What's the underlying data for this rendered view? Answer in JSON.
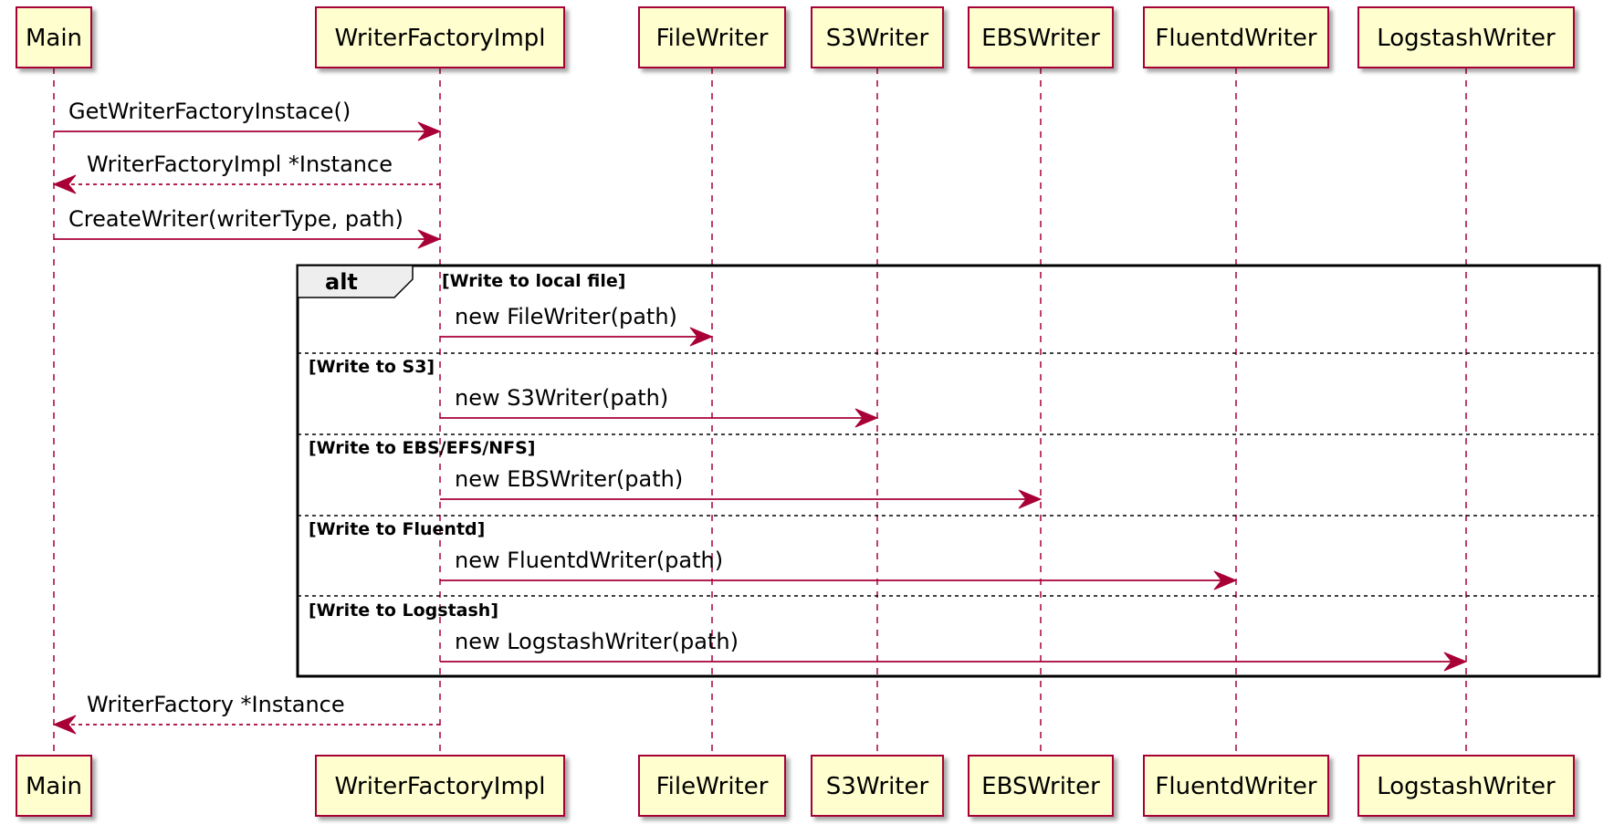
{
  "colors": {
    "participant_fill": "#FEFECE",
    "participant_border": "#A80036",
    "arrow": "#A80036",
    "lifeline": "#A80036",
    "frame": "#000000"
  },
  "participants": [
    "Main",
    "WriterFactoryImpl",
    "FileWriter",
    "S3Writer",
    "EBSWriter",
    "FluentdWriter",
    "LogstashWriter"
  ],
  "messages": [
    {
      "from": "Main",
      "to": "WriterFactoryImpl",
      "label": "GetWriterFactoryInstace()",
      "style": "solid"
    },
    {
      "from": "WriterFactoryImpl",
      "to": "Main",
      "label": "WriterFactoryImpl *Instance",
      "style": "dashed"
    },
    {
      "from": "Main",
      "to": "WriterFactoryImpl",
      "label": "CreateWriter(writerType, path)",
      "style": "solid"
    },
    {
      "from": "WriterFactoryImpl",
      "to": "FileWriter",
      "label": "new FileWriter(path)",
      "style": "solid"
    },
    {
      "from": "WriterFactoryImpl",
      "to": "S3Writer",
      "label": "new S3Writer(path)",
      "style": "solid"
    },
    {
      "from": "WriterFactoryImpl",
      "to": "EBSWriter",
      "label": "new EBSWriter(path)",
      "style": "solid"
    },
    {
      "from": "WriterFactoryImpl",
      "to": "FluentdWriter",
      "label": "new FluentdWriter(path)",
      "style": "solid"
    },
    {
      "from": "WriterFactoryImpl",
      "to": "LogstashWriter",
      "label": "new LogstashWriter(path)",
      "style": "solid"
    },
    {
      "from": "WriterFactoryImpl",
      "to": "Main",
      "label": "WriterFactory *Instance",
      "style": "dashed"
    }
  ],
  "alt_frame": {
    "keyword": "alt",
    "guards": [
      "[Write to local file]",
      "[Write to S3]",
      "[Write to EBS/EFS/NFS]",
      "[Write to Fluentd]",
      "[Write to Logstash]"
    ]
  }
}
